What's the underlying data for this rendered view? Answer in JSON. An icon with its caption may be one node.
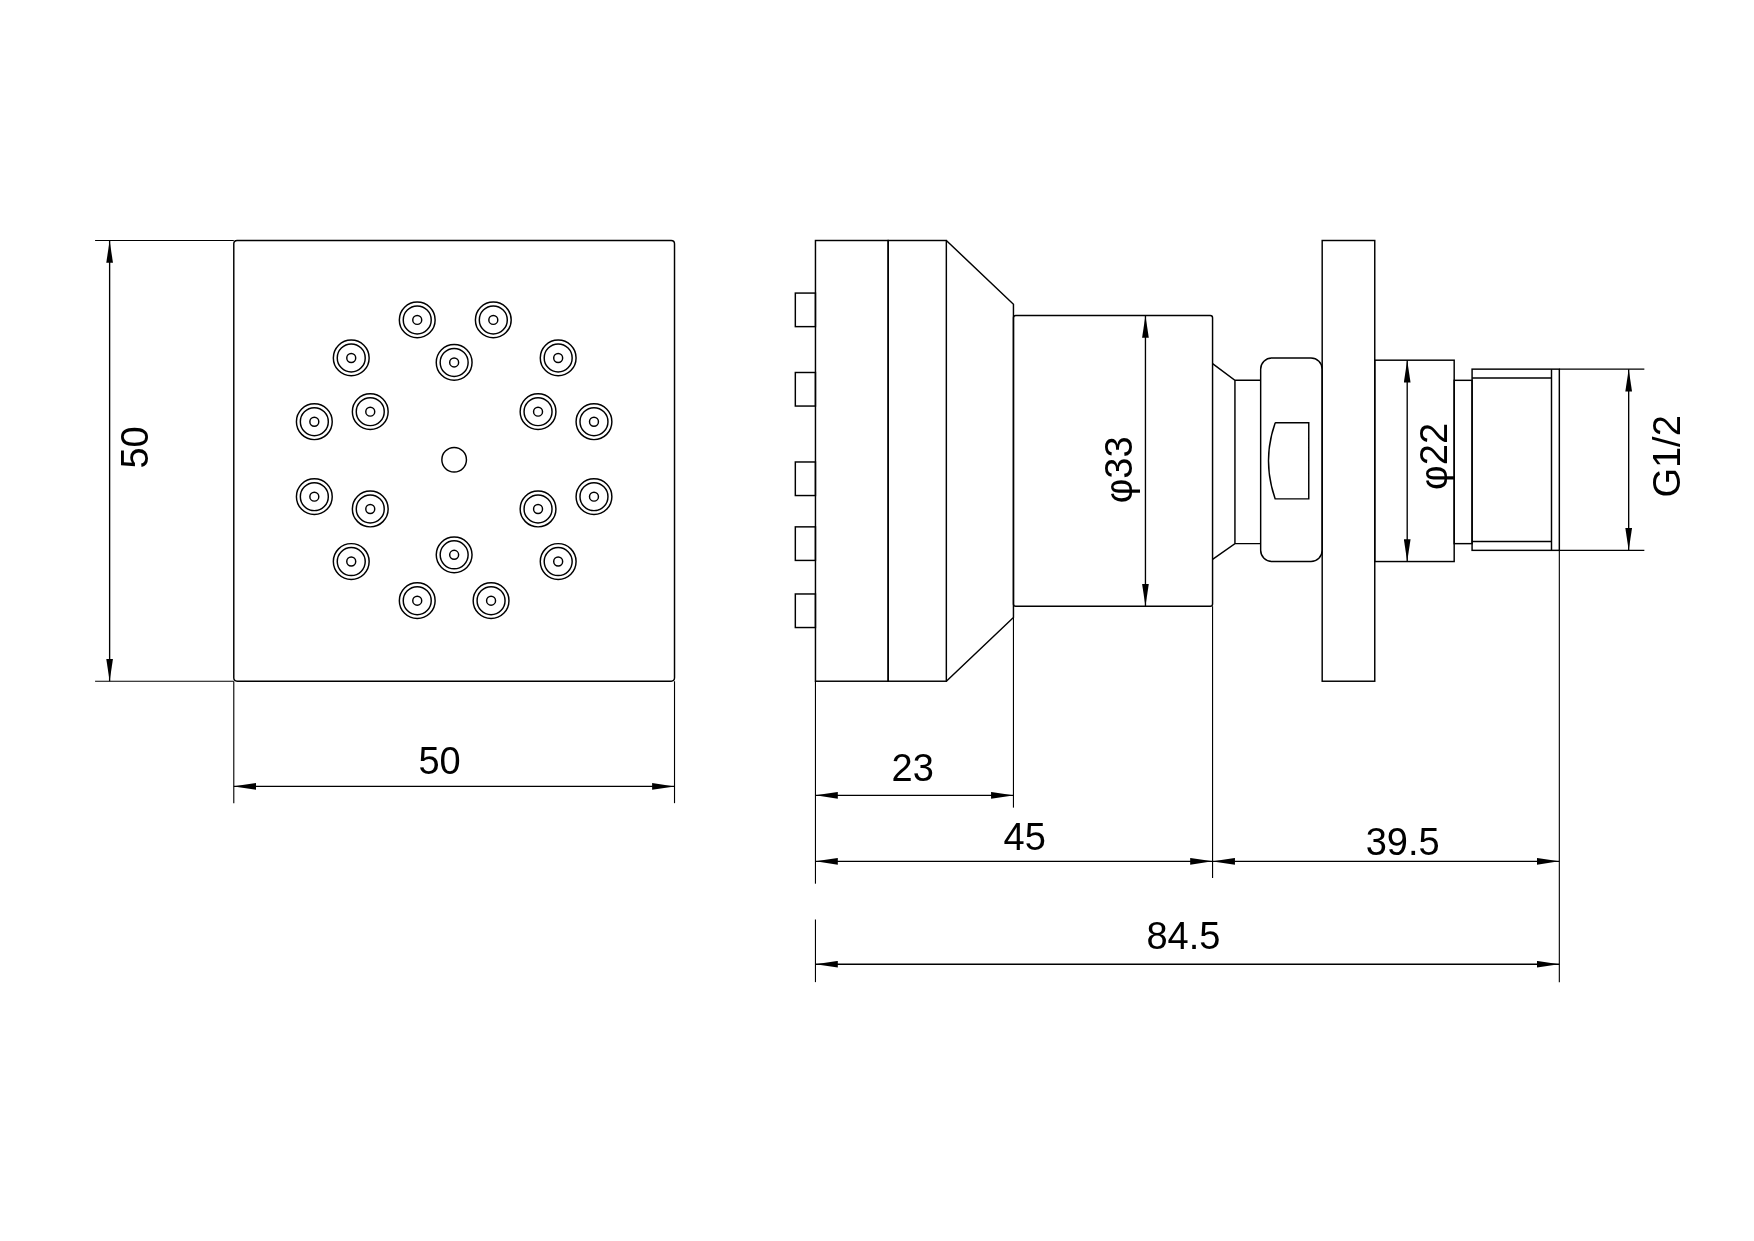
{
  "diagram": {
    "labels": [
      "50",
      "φ33",
      "φ22",
      "G1/2",
      "50",
      "23",
      "45",
      "39.5",
      "84.5"
    ]
  }
}
